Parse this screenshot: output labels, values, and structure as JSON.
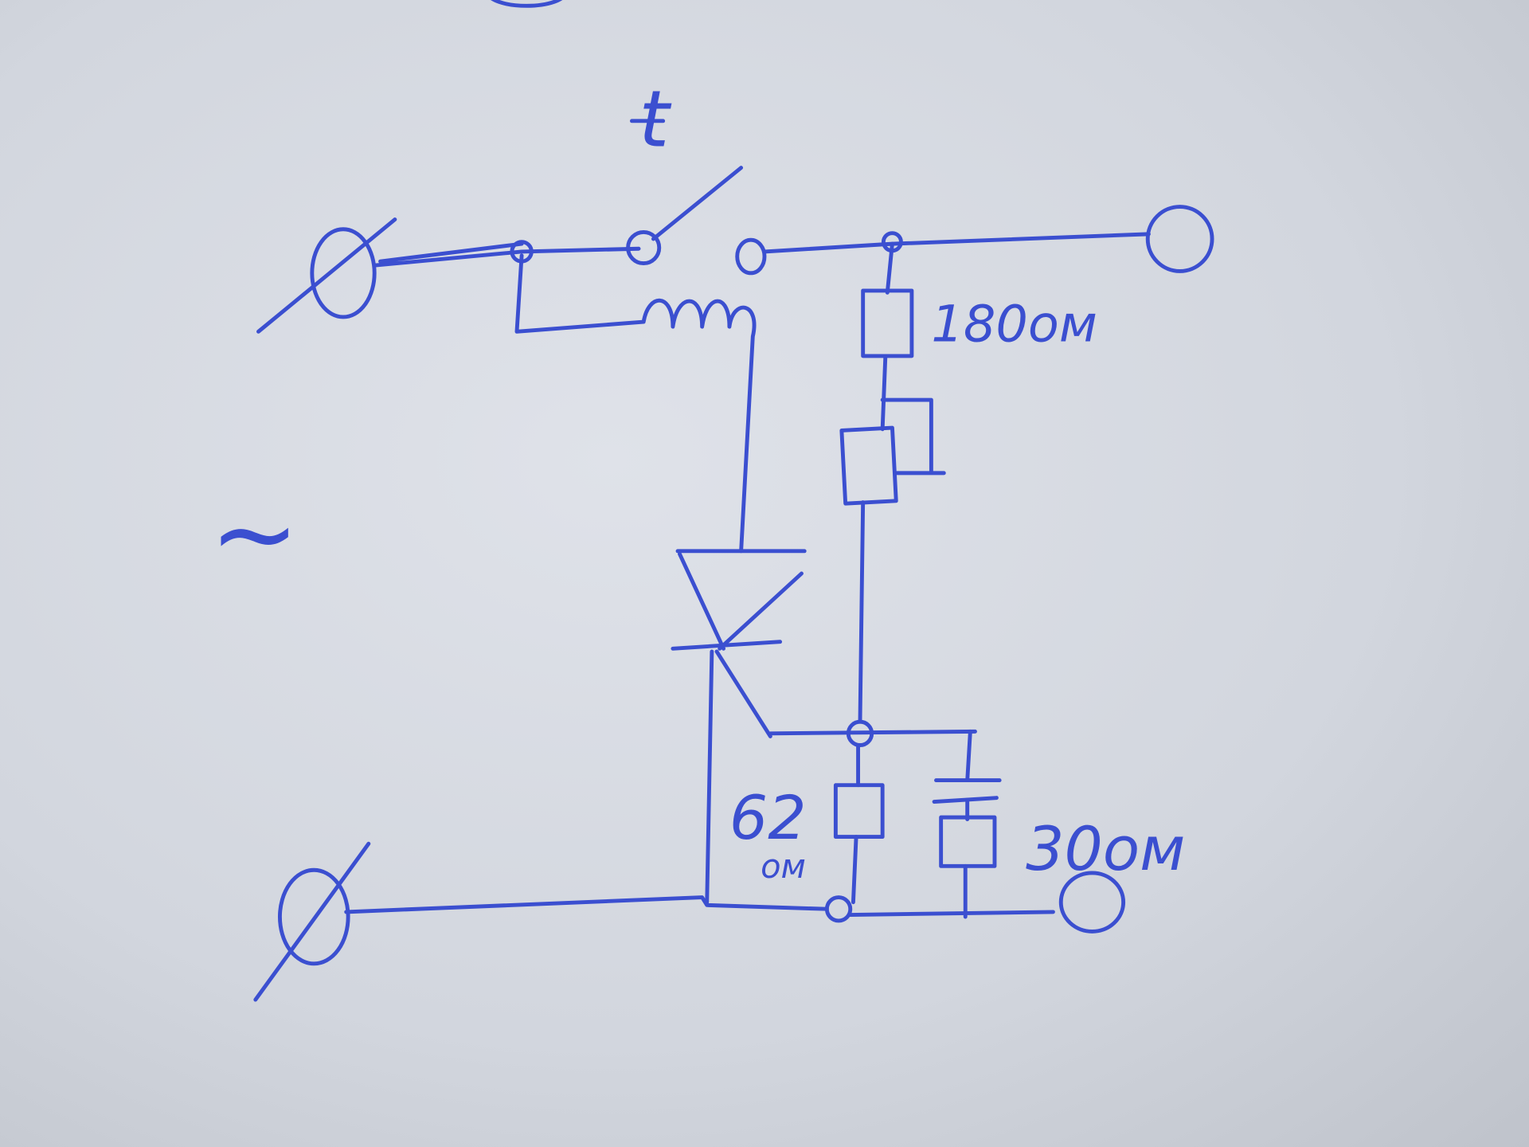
{
  "diagram": {
    "type": "hand-drawn circuit schematic",
    "colors": {
      "ink": "#3b4fd0",
      "paper": "#d5d9e1"
    },
    "labels": {
      "thermostat": "t",
      "ac_symbol": "~",
      "r1": "180ом",
      "r_gate_value": "62",
      "r_gate_unit": "ом",
      "r_snubber": "30ом"
    }
  }
}
